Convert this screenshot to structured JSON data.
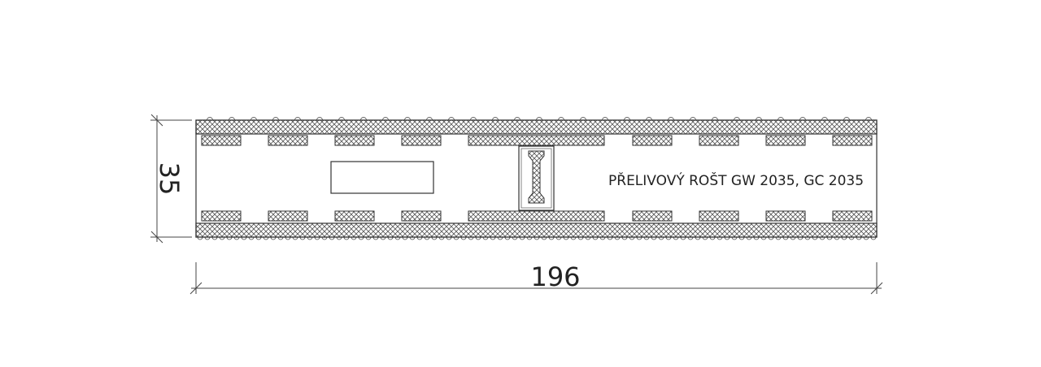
{
  "drawing": {
    "label": "PŘELIVOVÝ ROŠT GW 2035, GC 2035",
    "dimension_height": "35",
    "dimension_width": "196"
  },
  "colors": {
    "line": "#333333",
    "hatch": "#555555"
  }
}
